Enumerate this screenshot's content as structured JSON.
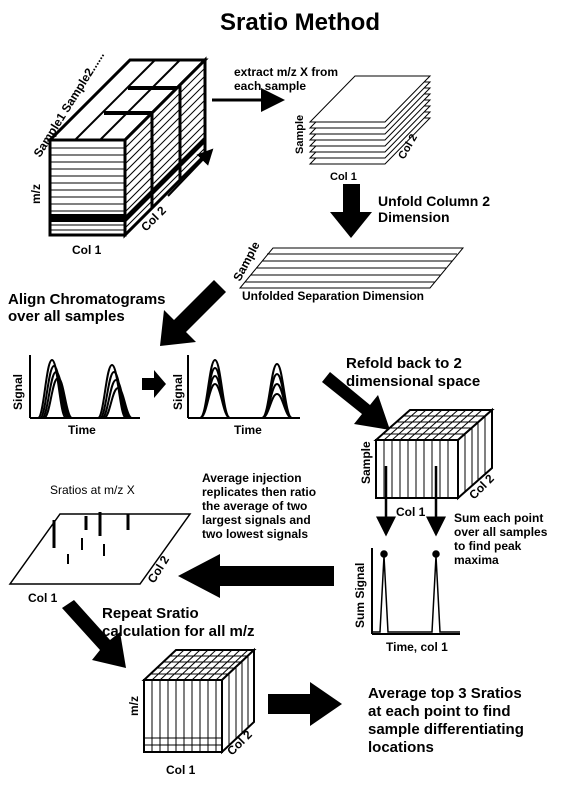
{
  "title": "Sratio Method",
  "cube_main": {
    "samples": "Sample1  Sample2......",
    "mz": "m/z",
    "col1": "Col 1",
    "col2": "Col 2"
  },
  "extract": {
    "line1": "extract m/z X from",
    "line2": "each sample"
  },
  "stack": {
    "sample": "Sample",
    "col1": "Col 1",
    "col2": "Col 2"
  },
  "unfold": {
    "line1": "Unfold Column 2",
    "line2": "Dimension"
  },
  "unfolded": {
    "sample": "Sample",
    "axis": "Unfolded Separation Dimension"
  },
  "align": {
    "line1": "Align Chromatograms",
    "line2": "over all samples"
  },
  "chrom1": {
    "ylabel": "Signal",
    "xlabel": "Time"
  },
  "chrom2": {
    "ylabel": "Signal",
    "xlabel": "Time"
  },
  "refold": {
    "line1": "Refold back to 2",
    "line2": "dimensional space"
  },
  "cube_refold": {
    "sample": "Sample",
    "col1": "Col 1",
    "col2": "Col 2"
  },
  "sratios": {
    "title": "Sratios at m/z X",
    "col1": "Col 1",
    "col2": "Col 2"
  },
  "average": {
    "line1": "Average injection",
    "line2": "replicates then ratio",
    "line3": "the average of two",
    "line4": "largest signals and",
    "line5": "two lowest signals"
  },
  "sum": {
    "line1": "Sum each point",
    "line2": "over all samples",
    "line3": "to find peak",
    "line4": "maxima"
  },
  "sumplot": {
    "ylabel": "Sum Signal",
    "xlabel": "Time, col 1"
  },
  "repeat": {
    "line1": "Repeat Sratio",
    "line2": "calculation for all m/z"
  },
  "cube_final": {
    "mz": "m/z",
    "col1": "Col 1",
    "col2": "Col 2"
  },
  "final": {
    "line1": "Average top 3 Sratios",
    "line2": "at each point to find",
    "line3": "sample differentiating",
    "line4": "locations"
  }
}
